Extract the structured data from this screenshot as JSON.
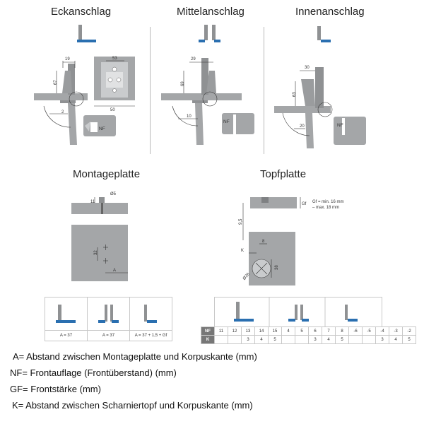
{
  "sections": {
    "eckanschlag": "Eckanschlag",
    "mittelanschlag": "Mittelanschlag",
    "innenanschlag": "Innenanschlag",
    "montageplatte": "Montageplatte",
    "topfplatte": "Topfplatte"
  },
  "dims": {
    "eck": {
      "d19": "19",
      "d67": "67",
      "d2": "2",
      "d53": "53",
      "d50": "50",
      "nf": "NF"
    },
    "mittel": {
      "d29": "29",
      "d69": "69",
      "d10": "10",
      "nf": "NF"
    },
    "innen": {
      "d30": "30",
      "d63": "63",
      "d20": "20",
      "nf": "NF"
    },
    "montage": {
      "d11": "11",
      "d5": "Ø5",
      "d32": "32",
      "a": "A"
    },
    "topf": {
      "gf": "Gf",
      "d95": "9,5",
      "k": "K",
      "d8": "8",
      "d38": "38",
      "d26": "Ø26",
      "note1": "Gf = min. 16 mm",
      "note2": "– max. 18 mm"
    }
  },
  "mounting_table": {
    "values": [
      "A = 37",
      "A = 37",
      "A = 37 + 1,5 + Gf"
    ]
  },
  "k_table": {
    "nf_label": "NF",
    "k_label": "K",
    "nf": [
      "11",
      "12",
      "13",
      "14",
      "15",
      "4",
      "5",
      "6",
      "7",
      "8",
      "-6",
      "-5",
      "-4",
      "-3",
      "-2"
    ],
    "k": [
      "",
      "",
      "3",
      "4",
      "5",
      "",
      "",
      "3",
      "4",
      "5",
      "",
      "",
      "3",
      "4",
      "5"
    ]
  },
  "legend": {
    "a": "A= Abstand zwischen Montageplatte und Korpuskante (mm)",
    "nf": "NF= Frontauflage (Frontüberstand) (mm)",
    "gf": "GF= Frontstärke (mm)",
    "k": "K= Abstand zwischen Scharniertopf und Korpuskante (mm)"
  },
  "colors": {
    "gray": "#8f9193",
    "blue": "#2a6fb0"
  }
}
